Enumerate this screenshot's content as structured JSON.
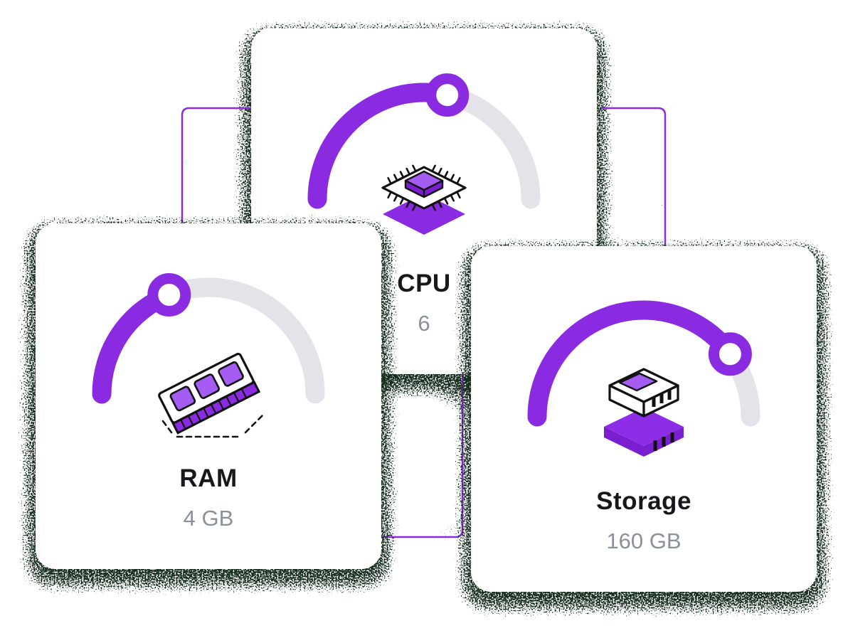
{
  "colors": {
    "accent": "#8A2BE2",
    "accent_light": "#A55CF2",
    "accent_dark": "#7A1FD0",
    "gauge_track": "#E4E3E9",
    "shadow_speckle": "#17301F",
    "label_text": "#17181C",
    "value_text": "#8A9199",
    "card_background": "#FFFFFF",
    "page_background": "#FFFFFF"
  },
  "cards": [
    {
      "id": "cpu",
      "label": "CPU",
      "value": "6",
      "gauge_percent": 57
    },
    {
      "id": "ram",
      "label": "RAM",
      "value": "4 GB",
      "gauge_percent": 38
    },
    {
      "id": "storage",
      "label": "Storage",
      "value": "160 GB",
      "gauge_percent": 80
    }
  ]
}
